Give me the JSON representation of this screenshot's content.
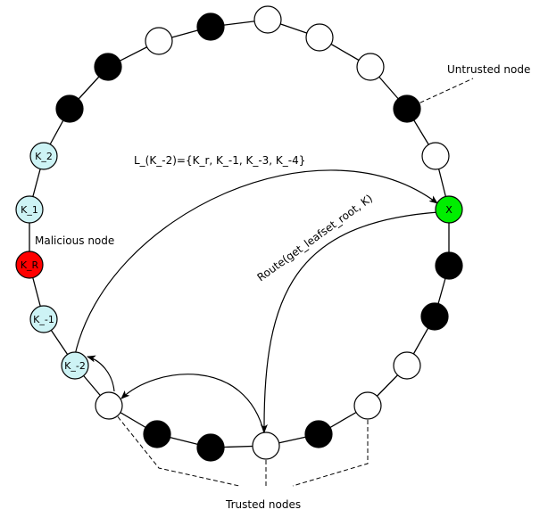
{
  "colors": {
    "trusted_node": "#ffffff",
    "untrusted_node": "#000000",
    "leafset_node": "#cdf3f5",
    "malicious_node": "#ff0000",
    "target_node": "#00ee00",
    "stroke": "#000000"
  },
  "nodes": [
    {
      "id": "ring-node-1",
      "fill": "trusted"
    },
    {
      "id": "ring-node-2",
      "fill": "untrusted"
    },
    {
      "id": "ring-node-3",
      "fill": "trusted"
    },
    {
      "id": "ring-node-4",
      "fill": "trusted"
    },
    {
      "id": "ring-node-5",
      "fill": "trusted"
    },
    {
      "id": "ring-node-6",
      "fill": "untrusted"
    },
    {
      "id": "ring-node-7",
      "fill": "trusted"
    },
    {
      "id": "node-x",
      "fill": "target",
      "label": "X"
    },
    {
      "id": "ring-node-8",
      "fill": "untrusted"
    },
    {
      "id": "ring-node-9",
      "fill": "untrusted"
    },
    {
      "id": "ring-node-10",
      "fill": "trusted"
    },
    {
      "id": "ring-node-11",
      "fill": "trusted"
    },
    {
      "id": "ring-node-12",
      "fill": "untrusted"
    },
    {
      "id": "ring-node-13",
      "fill": "trusted"
    },
    {
      "id": "ring-node-14",
      "fill": "untrusted"
    },
    {
      "id": "ring-node-15",
      "fill": "untrusted"
    },
    {
      "id": "ring-node-16",
      "fill": "trusted"
    },
    {
      "id": "node-k-minus-2",
      "fill": "leafset",
      "label": "K_-2"
    },
    {
      "id": "node-k-minus-1",
      "fill": "leafset",
      "label": "K_-1"
    },
    {
      "id": "node-k-r",
      "fill": "malicious",
      "label": "K_R"
    },
    {
      "id": "node-k-1",
      "fill": "leafset",
      "label": "K_1"
    },
    {
      "id": "node-k-2",
      "fill": "leafset",
      "label": "K_2"
    },
    {
      "id": "ring-node-17",
      "fill": "untrusted"
    },
    {
      "id": "ring-node-18",
      "fill": "untrusted"
    }
  ],
  "labels": {
    "untrusted_node": "Untrusted node",
    "malicious_node": "Malicious node",
    "trusted_nodes": "Trusted nodes",
    "leafset": "L_(K_-2)={K_r, K_-1, K_-3, K_-4}",
    "route": "Route(get_leafset_root, K)"
  }
}
